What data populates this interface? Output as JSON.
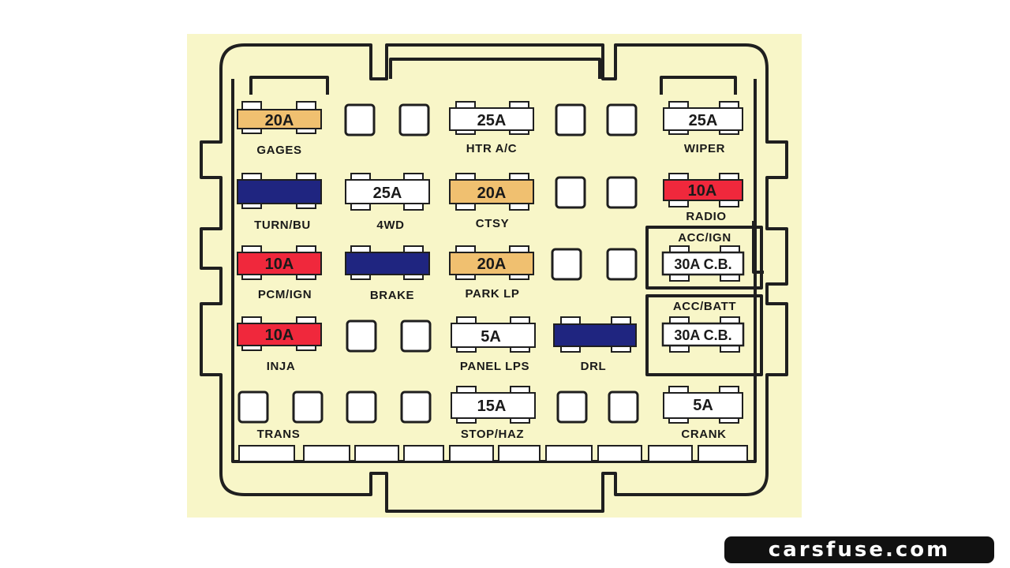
{
  "diagram": {
    "colors": {
      "background": "#f8f6c8",
      "outline": "#1f1f1f",
      "fuse_empty": "#ffffff",
      "orange_fuse": "#f0c070",
      "red_fuse": "#f0283c",
      "blue_fuse": "#1f2580"
    },
    "row1": {
      "gages": {
        "amp": "20A",
        "label": "GAGES",
        "color": "orange"
      },
      "htr_ac": {
        "amp": "25A",
        "label": "HTR A/C",
        "color": "white"
      },
      "wiper": {
        "amp": "25A",
        "label": "WIPER",
        "color": "white"
      }
    },
    "row2": {
      "turn_bu": {
        "label": "TURN/BU",
        "color": "blue"
      },
      "fwd": {
        "amp": "25A",
        "label": "4WD",
        "color": "white"
      },
      "ctsy": {
        "amp": "20A",
        "label": "CTSY",
        "color": "orange"
      },
      "radio": {
        "amp": "10A",
        "label": "RADIO",
        "color": "red"
      }
    },
    "row3": {
      "pcm_ign": {
        "amp": "10A",
        "label": "PCM/IGN",
        "color": "red"
      },
      "brake": {
        "label": "BRAKE",
        "color": "blue"
      },
      "park_lp": {
        "amp": "20A",
        "label": "PARK LP",
        "color": "orange"
      }
    },
    "row4": {
      "inja": {
        "amp": "10A",
        "label": "INJA",
        "color": "red"
      },
      "panel_lps": {
        "amp": "5A",
        "label": "PANEL LPS",
        "color": "white"
      },
      "drl": {
        "label": "DRL",
        "color": "blue"
      }
    },
    "row5": {
      "trans": {
        "label": "TRANS"
      },
      "stop_haz": {
        "amp": "15A",
        "label": "STOP/HAZ",
        "color": "white"
      },
      "crank": {
        "amp": "5A",
        "label": "CRANK",
        "color": "white"
      }
    },
    "breakers": {
      "acc_ign": {
        "label": "ACC/IGN",
        "rating": "30A C.B."
      },
      "acc_batt": {
        "label": "ACC/BATT",
        "rating": "30A C.B."
      }
    }
  },
  "watermark": {
    "text": "carsfuse.com"
  }
}
